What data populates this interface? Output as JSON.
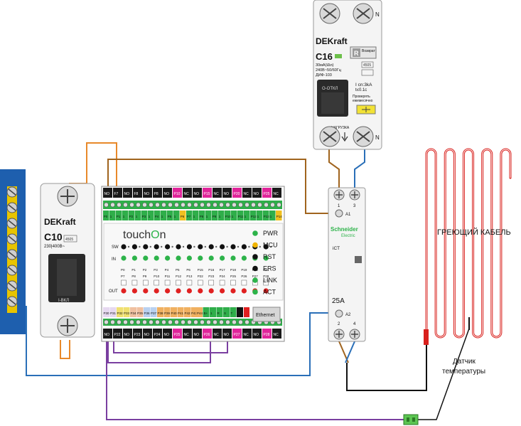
{
  "rcd": {
    "brand": "DEKraft",
    "rating": "C16",
    "test_label": "Возврат",
    "test_letter": "R",
    "spec_line1": "30мA(IΔn)",
    "spec_line2": "240В~50/60Гц",
    "spec_line3": "ДИФ-103",
    "code": "4505",
    "switch_label": "O-ОТКЛ",
    "icn_line1": "I cn:3kA",
    "icn_line2": "t≤0.1c",
    "check_line1": "Проверять",
    "check_line2": "ежемесячно",
    "load_label": "НАГРУЗКА",
    "neutral_top": "N",
    "neutral_bottom": "N"
  },
  "breaker": {
    "brand": "DEKraft",
    "rating": "C10",
    "voltage": "230|400В~",
    "code": "4505",
    "switch_label": "I-ВКЛ"
  },
  "controller": {
    "logo_text": "touch",
    "logo_o": "O",
    "logo_n": "n",
    "top_labels": [
      "NO",
      "F7",
      "NO",
      "F8",
      "NO",
      "P8",
      "NO",
      "P10",
      "NC",
      "NO",
      "P15",
      "NC",
      "NO",
      "P20",
      "NC",
      "NO",
      "P25",
      "NC"
    ],
    "top_pins": [
      "P0",
      "1",
      "P1",
      "1",
      "P2",
      "1",
      "P3",
      "1",
      "P4",
      "1",
      "P5",
      "1",
      "P6",
      "P7",
      "1",
      "P8",
      "1",
      "P9",
      "1",
      "P10",
      "1",
      "P11",
      "1",
      "P12",
      "1",
      "P13",
      "1",
      "P14"
    ],
    "row_sw": "SW",
    "row_in": "IN",
    "row_out": "OUT",
    "nums_row1": [
      "P0",
      "P1",
      "P2",
      "P3",
      "P4",
      "P5",
      "P6",
      "P15",
      "P16",
      "P17",
      "P18",
      "P19",
      "P20",
      "P21"
    ],
    "nums_row2": [
      "P7",
      "P8",
      "P9",
      "P10",
      "P11",
      "P12",
      "P13",
      "P22",
      "P23",
      "P24",
      "P25",
      "P26",
      "P27",
      "P28"
    ],
    "status": [
      {
        "label": "PWR",
        "color": "#2db34a"
      },
      {
        "label": "MCU",
        "color": "#f0b400"
      },
      {
        "label": "RST",
        "color": "#111111"
      },
      {
        "label": "ERS",
        "color": "#111111"
      },
      {
        "label": "LINK",
        "color": "#2db34a"
      },
      {
        "label": "ACT",
        "color": "#2db34a"
      }
    ],
    "bottom_pins": [
      "P30",
      "P31",
      "P32",
      "P33",
      "P34",
      "P35",
      "P36",
      "P37",
      "P38",
      "P39",
      "P40",
      "P41",
      "P42",
      "P43"
    ],
    "bottom_right_pins": [
      "P44",
      "B+",
      "1",
      "R",
      "S",
      "T"
    ],
    "ethernet_label": "Ethernet",
    "bottom_labels": [
      "NO",
      "P22",
      "NO",
      "P23",
      "NO",
      "P24",
      "NO",
      "P25",
      "NC",
      "NO",
      "P26",
      "NC",
      "NO",
      "P27",
      "NC",
      "NO",
      "P28",
      "NC"
    ]
  },
  "contactor": {
    "terminal_1": "1",
    "terminal_3": "3",
    "terminal_2": "2",
    "terminal_4": "4",
    "a1": "A1",
    "a2": "A2",
    "brand_line1": "Schneider",
    "brand_line2": "Electric",
    "model": "iCT",
    "rating": "25A"
  },
  "heating_cable_label": "ГРЕЮЩИЙ КАБЕЛЬ",
  "sensor_label_line1": "Датчик",
  "sensor_label_line2": "температуры",
  "wire_colors": {
    "orange": "#e8892a",
    "brown": "#a0641e",
    "blue": "#2a6fb8",
    "purple": "#7a3fa0",
    "black": "#111111",
    "red": "#d9201c"
  }
}
